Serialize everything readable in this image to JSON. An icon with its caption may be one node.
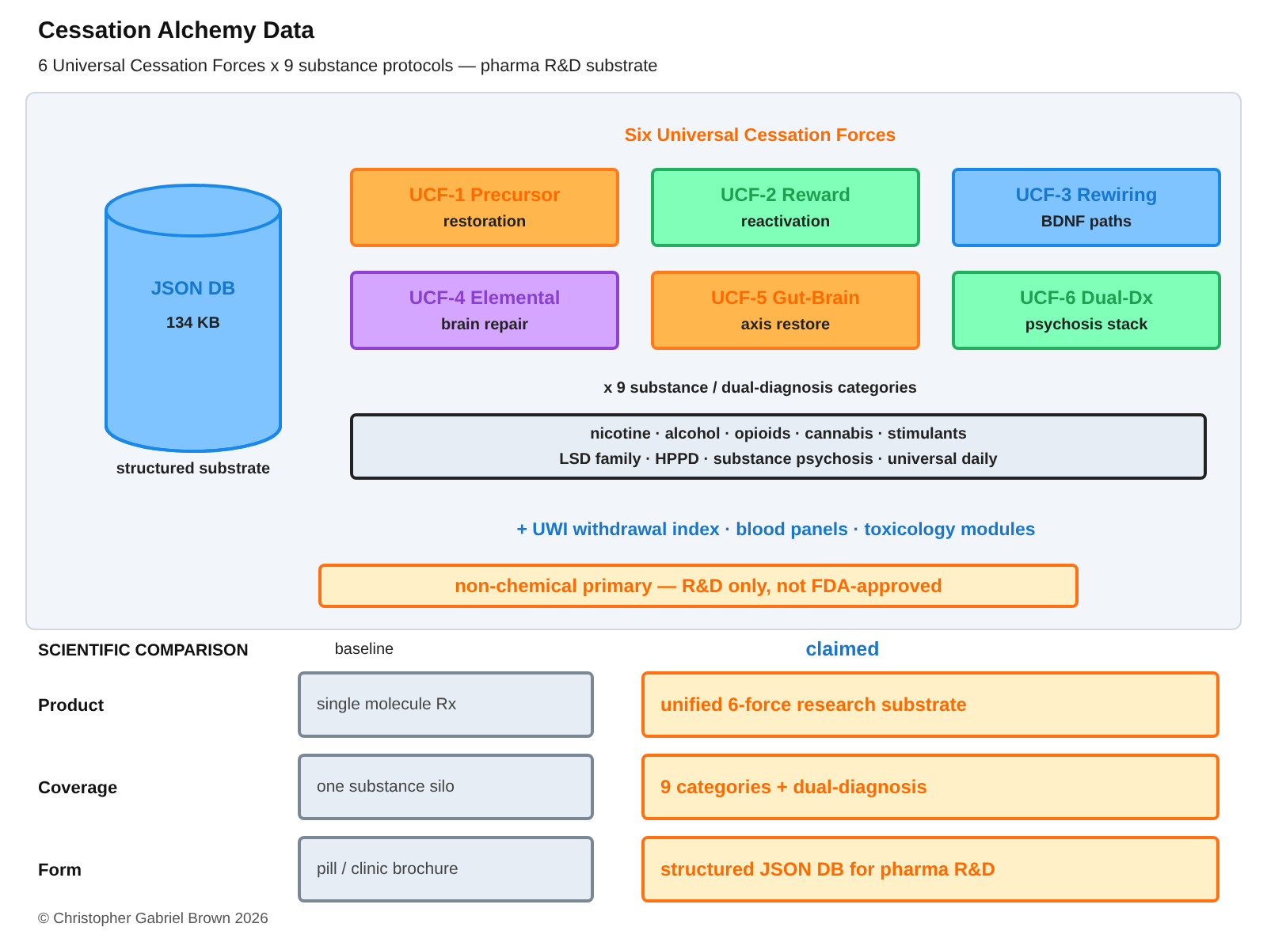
{
  "diagram": {
    "title": "Cessation Alchemy Data",
    "nodes": [
      {
        "text": [],
        "shape": "box"
      },
      {
        "text": [
          "JSON DB",
          "134 KB"
        ],
        "beside": [
          "structured substrate"
        ],
        "in": 0
      },
      {
        "text": [
          "UCF-1 Precursor",
          "restoration"
        ],
        "in": 0
      },
      {
        "text": [
          "UCF-2 Reward",
          "reactivation"
        ],
        "in": 0
      },
      {
        "text": [
          "UCF-3 Rewiring",
          "BDNF paths"
        ],
        "in": 0
      },
      {
        "text": [
          "UCF-4 Elemental",
          "brain repair"
        ],
        "in": 0
      },
      {
        "text": [
          "UCF-5 Gut-Brain",
          "axis restore"
        ],
        "in": 0
      },
      {
        "text": [
          "UCF-6 Dual-Dx",
          "psychosis stack"
        ],
        "in": 0
      },
      {
        "text": [
          "nicotine · alcohol · opioids · cannabis · stimulants",
          "LSD family · HPPD · substance psychosis · universal daily"
        ],
        "in": 0
      },
      {
        "text": [
          "non-chemical primary — R&D only, not FDA-approved"
        ],
        "in": 0
      },
      {
        "text": [
          "single molecule Rx"
        ]
      },
      {
        "text": [
          "one substance silo"
        ]
      },
      {
        "text": [
          "pill / clinic brochure"
        ]
      },
      {
        "text": [
          "unified 6-force research substrate"
        ]
      },
      {
        "text": [
          "9 categories + dual-diagnosis"
        ]
      },
      {
        "text": [
          "structured JSON DB for pharma R&D"
        ]
      }
    ],
    "edges": [],
    "labels": [
      "6 Universal Cessation Forces x 9 substance protocols — pharma R&D substrate",
      "Six Universal Cessation Forces",
      "x 9 substance / dual-diagnosis categories",
      "+ UWI withdrawal index · blood panels · toxicology modules",
      "SCIENTIFIC COMPARISON",
      "baseline",
      "claimed",
      "Product",
      "Coverage",
      "Form",
      "© Christopher Gabriel Brown 2026"
    ]
  }
}
